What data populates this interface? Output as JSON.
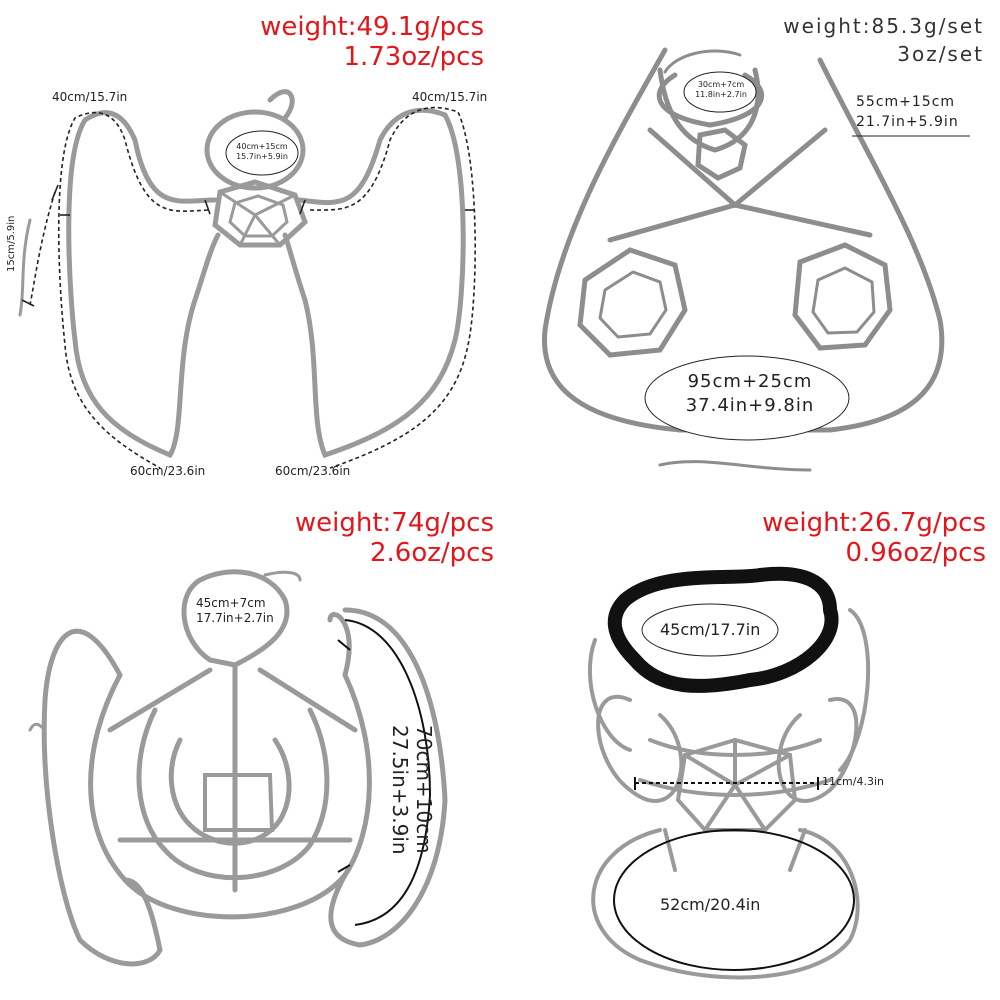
{
  "panels": [
    {
      "weight_line1": "weight:49.1g/pcs",
      "weight_line2": "1.73oz/pcs",
      "labels": {
        "neck": "40cm+15cm",
        "neck_in": "15.7in+5.9in",
        "left_top": "40cm/15.7in",
        "right_top": "40cm/15.7in",
        "side": "15cm/5.9in",
        "bottom_left": "60cm/23.6in",
        "bottom_right": "60cm/23.6in"
      }
    },
    {
      "weight_line1": "weight:85.3g/set",
      "weight_line2": "3oz/set",
      "labels": {
        "neck": "30cm+7cm",
        "neck_in": "11.8in+2.7in",
        "chest": "55cm+15cm",
        "chest_in": "21.7in+5.9in",
        "waist": "95cm+25cm",
        "waist_in": "37.4in+9.8in"
      }
    },
    {
      "weight_line1": "weight:74g/pcs",
      "weight_line2": "2.6oz/pcs",
      "labels": {
        "neck": "45cm+7cm",
        "neck_in": "17.7in+2.7in",
        "side": "70cm+10cm",
        "side_in": "27.5in+3.9in"
      }
    },
    {
      "weight_line1": "weight:26.7g/pcs",
      "weight_line2": "0.96oz/pcs",
      "labels": {
        "neck": "45cm/17.7in",
        "width": "11cm/4.3in",
        "waist": "52cm/20.4in"
      }
    }
  ]
}
